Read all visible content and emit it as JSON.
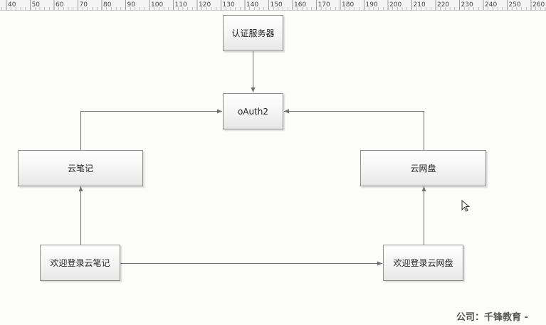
{
  "ruler": {
    "ticks": [
      "40",
      "50",
      "60",
      "70",
      "80",
      "90",
      "100",
      "110",
      "120",
      "130",
      "140",
      "150",
      "160",
      "170",
      "180",
      "190",
      "200",
      "210",
      "220",
      "230",
      "240",
      "250",
      "260"
    ]
  },
  "nodes": {
    "auth_server": "认证服务器",
    "oauth2": "oAuth2",
    "cloud_notes": "云笔记",
    "cloud_disk": "云网盘",
    "welcome_notes": "欢迎登录云笔记",
    "welcome_disk": "欢迎登录云网盘"
  },
  "watermark": "公司：千锋教育 -",
  "colors": {
    "line": "#707070",
    "node_border": "#8e8e8e",
    "background": "#fcfcfa"
  }
}
